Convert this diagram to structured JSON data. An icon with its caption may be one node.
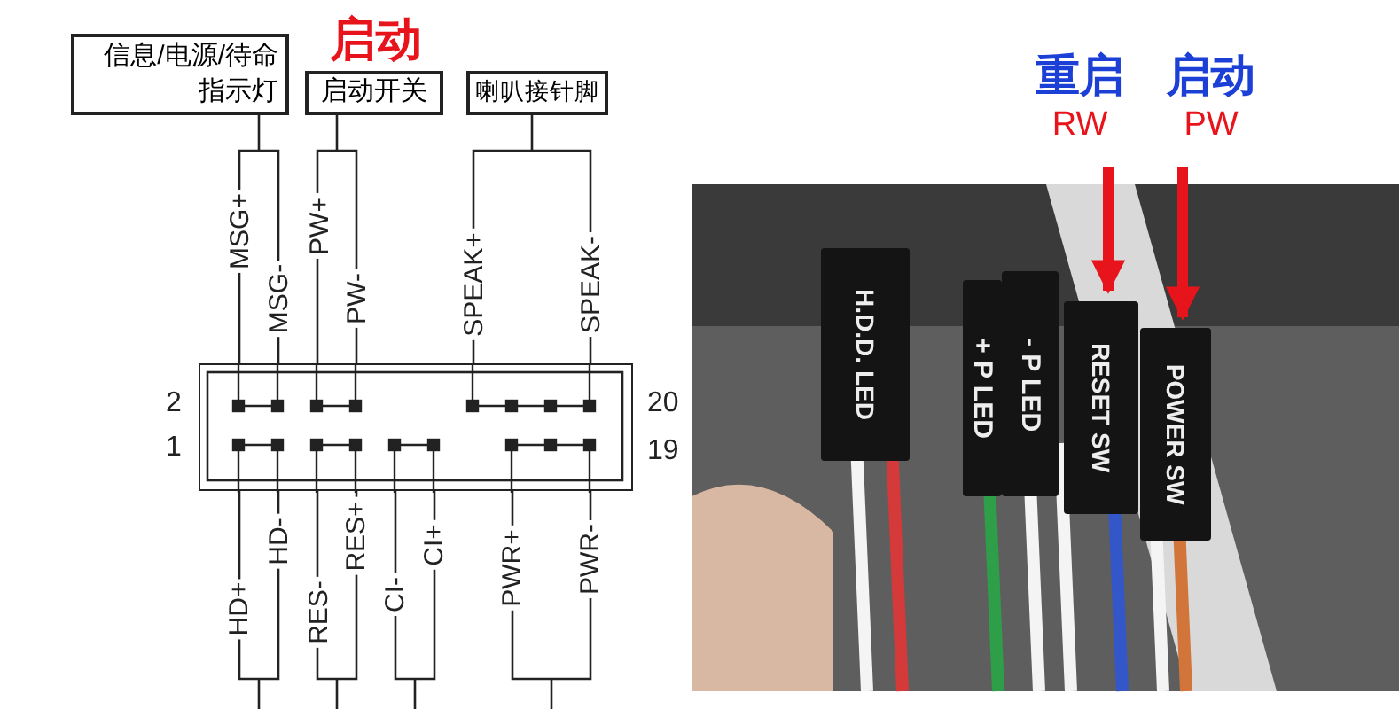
{
  "diagram": {
    "nodes": [
      {
        "text": [
          "信息/电源/待命指示灯"
        ]
      },
      {
        "text": [
          "启动开关"
        ]
      },
      {
        "text": [
          "喇叭接针脚"
        ]
      },
      {
        "text": [],
        "shape": "box"
      },
      {
        "text": [
          "重启",
          "RW"
        ]
      },
      {
        "text": [
          "启动",
          "PW"
        ]
      },
      {
        "text": [
          "H.D.D. LED"
        ]
      },
      {
        "text": [
          "+ P LED"
        ]
      },
      {
        "text": [
          "- P LED"
        ]
      },
      {
        "text": [
          "RESET SW"
        ]
      },
      {
        "text": [
          "POWER SW"
        ]
      }
    ],
    "edges": [
      {
        "from": 0,
        "to": 3,
        "arrow": "none"
      },
      {
        "from": 1,
        "to": 3,
        "arrow": "none"
      },
      {
        "from": 2,
        "to": 3,
        "arrow": "none"
      },
      {
        "from": 4,
        "to": 9,
        "arrow": "to",
        "style": "thick",
        "color": "#e8141b"
      },
      {
        "from": 5,
        "to": 10,
        "arrow": "to",
        "style": "thick",
        "color": "#e8141b"
      }
    ],
    "labels": [
      "启动",
      "MSG+",
      "MSG-",
      "PW+",
      "PW-",
      "SPEAK+",
      "SPEAK-",
      "2",
      "20",
      "1",
      "19",
      "HD+",
      "HD-",
      "RES-",
      "RES+",
      "CI-",
      "CI+",
      "PWR+",
      "PWR-"
    ]
  }
}
